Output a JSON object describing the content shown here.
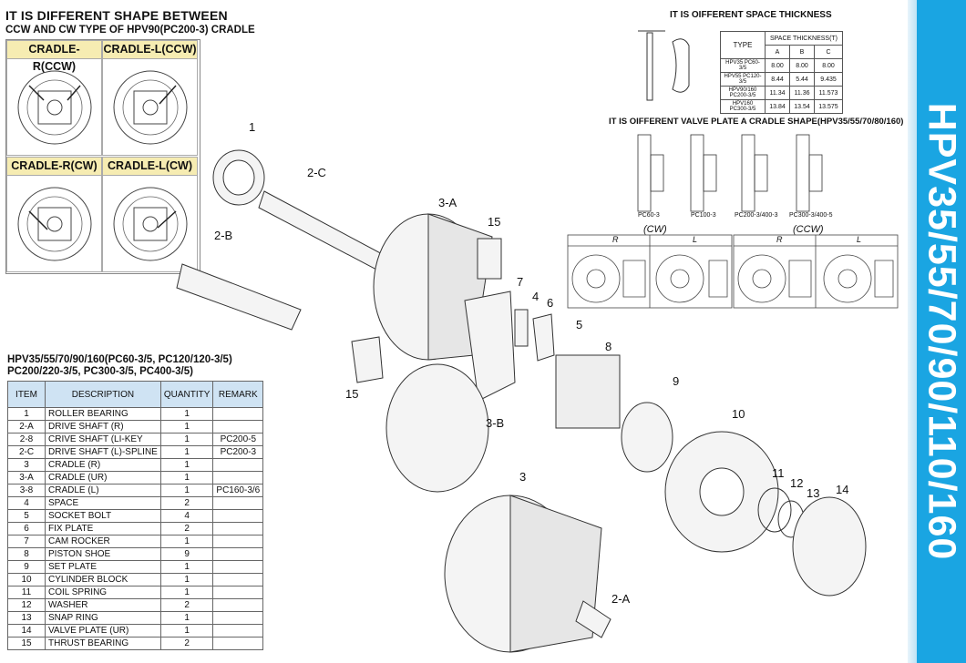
{
  "heading": {
    "line1": "IT IS DIFFERENT SHAPE BETWEEN",
    "line2": "CCW AND CW TYPE OF HPV90(PC200-3) CRADLE"
  },
  "cradles": [
    "CRADLE-R(CCW)",
    "CRADLE-L(CCW)",
    "CRADLE-R(CW)",
    "CRADLE-L(CW)"
  ],
  "model_heading": {
    "line1": "HPV35/55/70/90/160(PC60-3/5, PC120/120-3/5)",
    "line2": "PC200/220-3/5, PC300-3/5, PC400-3/5)"
  },
  "parts_table": {
    "headers": [
      "ITEM",
      "DESCRIPTION",
      "QUANTITY",
      "REMARK"
    ],
    "rows": [
      [
        "1",
        "ROLLER BEARING",
        "1",
        ""
      ],
      [
        "2-A",
        "DRIVE SHAFT (R)",
        "1",
        ""
      ],
      [
        "2-8",
        "CRIVE SHAFT (LI-KEY",
        "1",
        "PC200-5"
      ],
      [
        "2-C",
        "DRIVE SHAFT (L)-SPLINE",
        "1",
        "PC200-3"
      ],
      [
        "3",
        "CRADLE (R)",
        "1",
        ""
      ],
      [
        "3-A",
        "CRADLE (UR)",
        "1",
        ""
      ],
      [
        "3-8",
        "CRADLE (L)",
        "1",
        "PC160-3/6"
      ],
      [
        "4",
        "SPACE",
        "2",
        ""
      ],
      [
        "5",
        "SOCKET BOLT",
        "4",
        ""
      ],
      [
        "6",
        "FIX PLATE",
        "2",
        ""
      ],
      [
        "7",
        "CAM ROCKER",
        "1",
        ""
      ],
      [
        "8",
        "PISTON SHOE",
        "9",
        ""
      ],
      [
        "9",
        "SET PLATE",
        "1",
        ""
      ],
      [
        "10",
        "CYLINDER BLOCK",
        "1",
        ""
      ],
      [
        "11",
        "COIL SPRING",
        "1",
        ""
      ],
      [
        "12",
        "WASHER",
        "2",
        ""
      ],
      [
        "13",
        "SNAP RING",
        "1",
        ""
      ],
      [
        "14",
        "VALVE PLATE (UR)",
        "1",
        ""
      ],
      [
        "15",
        "THRUST BEARING",
        "2",
        ""
      ]
    ]
  },
  "spacer": {
    "title": "IT IS OIFFERENT SPACE THICKNESS",
    "header_type": "TYPE",
    "header_group": "SPACE THICKNESS(T)",
    "cols": [
      "A",
      "B",
      "C"
    ],
    "rows": [
      [
        "HPV35 PC60-3/5",
        "8.00",
        "8.00",
        "8.00"
      ],
      [
        "HPV55 PC120-3/5",
        "8.44",
        "5.44",
        "9.435"
      ],
      [
        "HPV90/160 PC200-3/5",
        "11.34",
        "11.36",
        "11.573"
      ],
      [
        "HPV160 PC300-3/5",
        "13.84",
        "13.54",
        "13.575"
      ]
    ]
  },
  "valve_plate": {
    "title": "IT IS OIFFERENT VALVE PLATE A CRADLE SHAPE(HPV35/55/70/80/160)",
    "labels": [
      "PC60-3",
      "PC100-3",
      "PC200-3/400-3",
      "PC300-3/400-5"
    ],
    "cw": "(CW)",
    "ccw": "(CCW)",
    "r": "R",
    "l": "L"
  },
  "callouts": [
    "1",
    "2-C",
    "2-B",
    "3-A",
    "15",
    "7",
    "4",
    "6",
    "5",
    "8",
    "15",
    "3-B",
    "9",
    "10",
    "3",
    "11",
    "12",
    "13",
    "14",
    "2-A"
  ],
  "side_title": "HPV35/55/70/90/110/160",
  "colors": {
    "accent": "#1aa5e2",
    "cradle_label": "#f6ecb2",
    "table_header": "#cfe3f3"
  }
}
